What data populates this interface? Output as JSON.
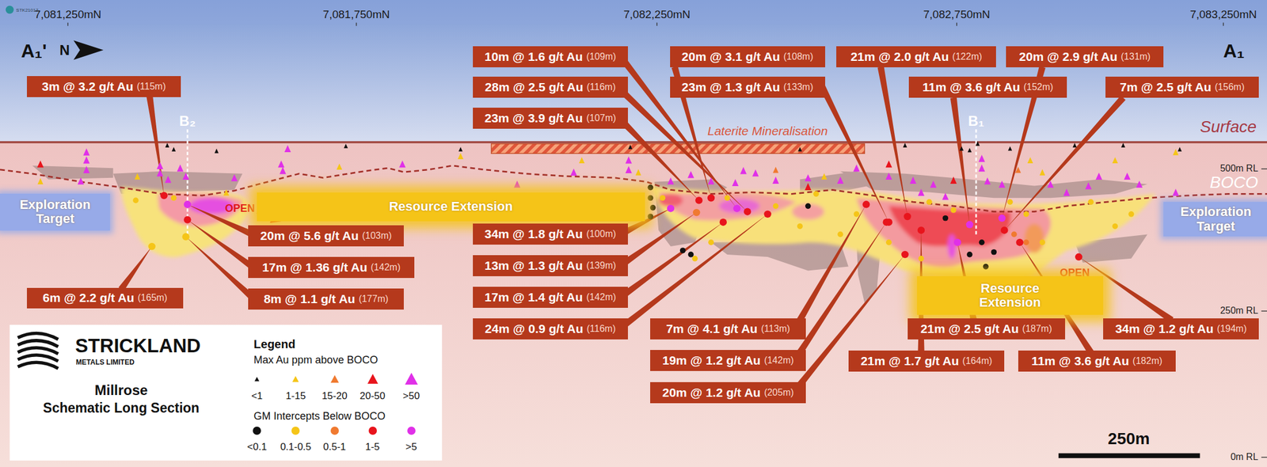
{
  "diagram": {
    "nodes": [
      {
        "text": [
          "Exploration Target"
        ]
      },
      {
        "text": [
          "Resource Extension"
        ]
      },
      {
        "text": [
          "Resource Extension"
        ]
      },
      {
        "text": [
          "Exploration Target"
        ]
      },
      {
        "text": [
          "3m @ 3.2 g/t Au",
          "(115m)"
        ]
      },
      {
        "text": [
          "10m @ 1.6 g/t Au",
          "(109m)"
        ]
      },
      {
        "text": [
          "28m @ 2.5 g/t Au",
          "(116m)"
        ]
      },
      {
        "text": [
          "23m @ 3.9 g/t Au",
          "(107m)"
        ]
      },
      {
        "text": [
          "20m @ 3.1 g/t Au",
          "(108m)"
        ]
      },
      {
        "text": [
          "23m @ 1.3 g/t Au",
          "(133m)"
        ]
      },
      {
        "text": [
          "21m @ 2.0 g/t Au",
          "(122m)"
        ]
      },
      {
        "text": [
          "11m @ 3.6 g/t Au",
          "(152m)"
        ]
      },
      {
        "text": [
          "20m @ 2.9 g/t Au",
          "(131m)"
        ]
      },
      {
        "text": [
          "7m @ 2.5 g/t Au",
          "(156m)"
        ]
      },
      {
        "text": [
          "20m @ 5.6 g/t Au",
          "(103m)"
        ]
      },
      {
        "text": [
          "17m @ 1.36 g/t Au",
          "(142m)"
        ]
      },
      {
        "text": [
          "8m @ 1.1 g/t Au",
          "(177m)"
        ]
      },
      {
        "text": [
          "6m @ 2.2 g/t Au",
          "(165m)"
        ]
      },
      {
        "text": [
          "34m @ 1.8 g/t Au",
          "(100m)"
        ]
      },
      {
        "text": [
          "13m @ 1.3 g/t Au",
          "(139m)"
        ]
      },
      {
        "text": [
          "17m @ 1.4 g/t Au",
          "(142m)"
        ]
      },
      {
        "text": [
          "24m @ 0.9 g/t Au",
          "(116m)"
        ]
      },
      {
        "text": [
          "7m @ 4.1 g/t Au",
          "(113m)"
        ]
      },
      {
        "text": [
          "19m @ 1.2 g/t Au",
          "(142m)"
        ]
      },
      {
        "text": [
          "20m @ 1.2 g/t Au",
          "(205m)"
        ]
      },
      {
        "text": [
          "21m @ 2.5 g/t Au",
          "(187m)"
        ]
      },
      {
        "text": [
          "21m @ 1.7 g/t Au",
          "(164m)"
        ]
      },
      {
        "text": [
          "11m @ 3.6 g/t Au",
          "(182m)"
        ]
      },
      {
        "text": [
          "34m @ 1.2 g/t Au",
          "(194m)"
        ]
      }
    ],
    "labels": [
      "STK21017",
      "7,081,250mN",
      "7,081,750mN",
      "7,082,250mN",
      "7,082,750mN",
      "7,083,250mN",
      "A₁'",
      "N",
      "A₁",
      "Surface",
      "Laterite Mineralisation",
      "500m RL",
      "BOCO",
      "B₂",
      "B₁",
      "OPEN",
      "OPEN",
      "OPEN",
      "250m RL",
      "0m RL",
      "250m",
      "STRICKLAND",
      "METALS LIMITED",
      "Millrose",
      "Schematic Long Section",
      "Legend",
      "Max Au ppm above BOCO",
      "GM Intercepts Below BOCO"
    ],
    "legend": [
      {
        "text": "<1",
        "color": "#111111"
      },
      {
        "text": "1-15",
        "color": "#f5c518"
      },
      {
        "text": "15-20",
        "color": "#f07a30"
      },
      {
        "text": "20-50",
        "color": "#e8141c"
      },
      {
        "text": ">50",
        "color": "#e030e8"
      },
      {
        "text": "<0.1",
        "color": "#111111"
      },
      {
        "text": "0.1-0.5",
        "color": "#f5c518"
      },
      {
        "text": "0.5-1",
        "color": "#f07a30"
      },
      {
        "text": "1-5",
        "color": "#e8141c"
      },
      {
        "text": ">5",
        "color": "#e030e8"
      }
    ]
  }
}
